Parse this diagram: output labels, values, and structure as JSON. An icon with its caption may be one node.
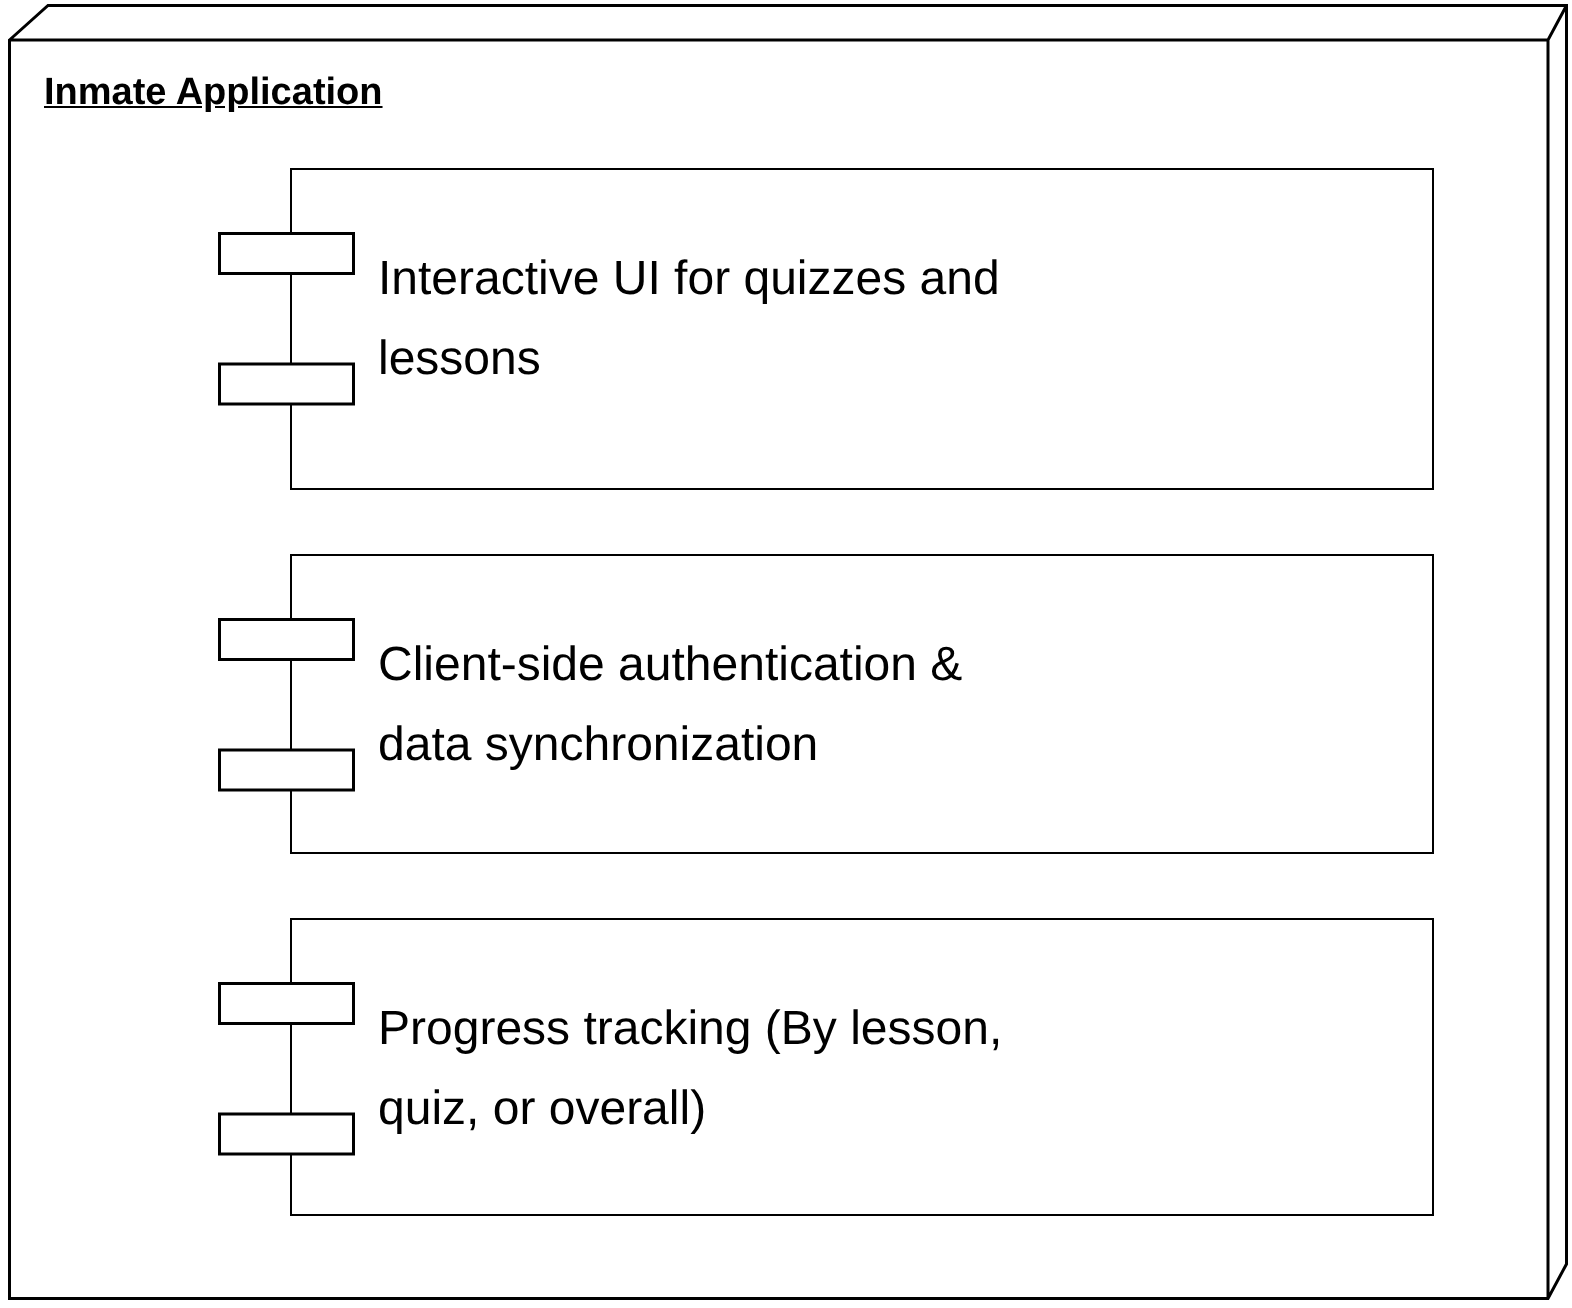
{
  "diagram": {
    "nodes": [
      {
        "text": [
          "Inmate Application"
        ]
      },
      {
        "text": [
          "Interactive UI for quizzes and lessons"
        ],
        "in": 0
      },
      {
        "text": [
          "Client-side authentication & data synchronization"
        ],
        "in": 0
      },
      {
        "text": [
          "Progress tracking (By lesson, quiz, or overall)"
        ],
        "in": 0
      }
    ]
  }
}
